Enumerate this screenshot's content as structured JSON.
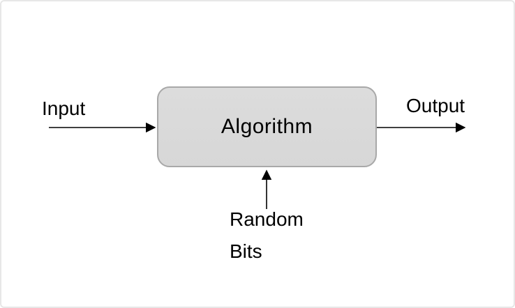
{
  "diagram": {
    "node": {
      "label": "Algorithm",
      "fill": "#d9d9d9",
      "border": "#a8a8a8"
    },
    "arrows": [
      {
        "name": "input-arrow",
        "label": "Input",
        "direction": "right",
        "from": "outside-left",
        "to": "node-left"
      },
      {
        "name": "output-arrow",
        "label": "Output",
        "direction": "right",
        "from": "node-right",
        "to": "outside-right"
      },
      {
        "name": "random-bits-arrow",
        "label": "Random\nBits",
        "direction": "up",
        "from": "below",
        "to": "node-bottom"
      }
    ],
    "colors": {
      "background": "#ffffff",
      "frame_border": "#e7e7e7",
      "arrow": "#000000",
      "text": "#000000"
    }
  }
}
